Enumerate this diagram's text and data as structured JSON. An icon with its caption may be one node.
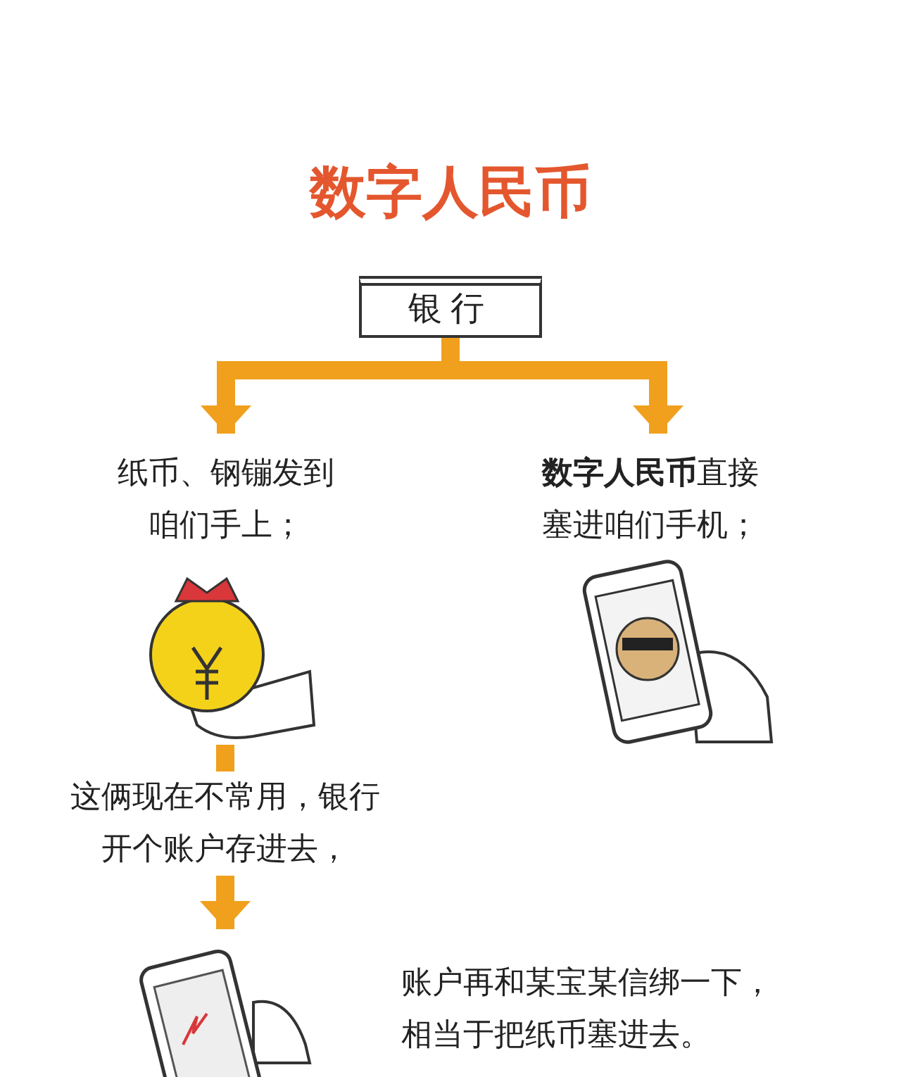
{
  "diagram": {
    "title": "数字人民币",
    "nodes": [
      {
        "text": [
          "银行"
        ]
      },
      {
        "text": [
          "纸币、钢镚发到咱们手上；"
        ]
      },
      {
        "text": [
          "**数字人民币**直接塞进咱们手机；"
        ]
      },
      {
        "text": [],
        "shape": "picture"
      },
      {
        "text": [],
        "shape": "picture"
      },
      {
        "text": [
          "这俩现在不常用，银行开个账户存进去，"
        ]
      },
      {
        "text": [],
        "shape": "picture"
      },
      {
        "text": [
          "账户再和某宝某信绑一下，相当于把纸币塞进去。"
        ]
      }
    ],
    "edges": [
      {
        "from": 0,
        "to": 1,
        "arrow": "to"
      },
      {
        "from": 0,
        "to": 2,
        "arrow": "to"
      },
      {
        "from": 3,
        "to": 5,
        "arrow": "none"
      },
      {
        "from": 5,
        "to": 6,
        "arrow": "to"
      }
    ]
  }
}
